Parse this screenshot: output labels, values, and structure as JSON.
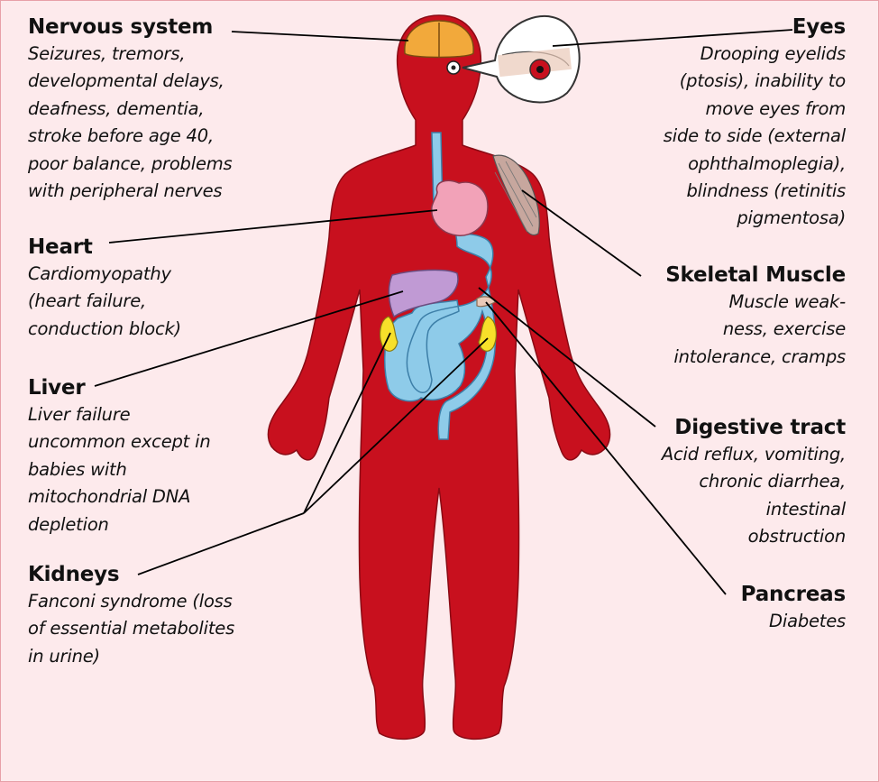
{
  "colors": {
    "background": "#fdeaec",
    "body": "#c8101e",
    "brain": "#f2a93b",
    "heart": "#f2a2b8",
    "liver": "#c09ad4",
    "digestive": "#8ecbe9",
    "kidneys": "#f7e02a",
    "leader_lines": "#000000"
  },
  "labels": {
    "nervous": {
      "title": "Nervous system",
      "text": "Seizures, tremors,\ndevelopmental delays,\ndeafness, dementia,\nstroke before age 40,\npoor balance, problems\nwith peripheral nerves"
    },
    "heart": {
      "title": "Heart",
      "text": "Cardiomyopathy\n(heart failure,\nconduction block)"
    },
    "liver": {
      "title": "Liver",
      "text": "Liver failure\nuncommon except in\nbabies with\nmitochondrial DNA\ndepletion"
    },
    "kidneys": {
      "title": "Kidneys",
      "text": "Fanconi syndrome (loss\nof essential metabolites\nin urine)"
    },
    "eyes": {
      "title": "Eyes",
      "text": "Drooping eyelids\n(ptosis), inability to\nmove eyes from\nside to side (external\nophthalmoplegia),\nblindness (retinitis\npigmentosa)"
    },
    "muscle": {
      "title": "Skeletal Muscle",
      "text": "Muscle weak-\nness, exercise\nintolerance, cramps"
    },
    "digestive": {
      "title": "Digestive tract",
      "text": "Acid reflux, vomiting,\nchronic diarrhea,\nintestinal\nobstruction"
    },
    "pancreas": {
      "title": "Pancreas",
      "text": "Diabetes"
    }
  }
}
